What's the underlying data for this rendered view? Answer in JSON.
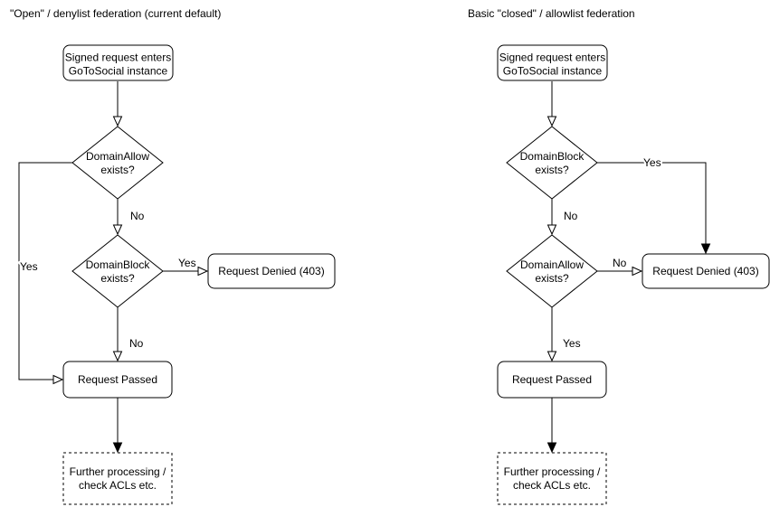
{
  "colors": {
    "background": "#ffffff",
    "line": "#000000",
    "text": "#000000",
    "node_fill": "#ffffff"
  },
  "left_chart": {
    "title": "\"Open\" / denylist federation (current default)",
    "nodes": {
      "start_line1": "Signed request enters",
      "start_line2": "GoToSocial instance",
      "decision1_line1": "DomainAllow",
      "decision1_line2": "exists?",
      "decision2_line1": "DomainBlock",
      "decision2_line2": "exists?",
      "denied": "Request Denied (403)",
      "passed": "Request Passed",
      "further_line1": "Further processing /",
      "further_line2": "check ACLs etc."
    },
    "edge_labels": {
      "decision1_yes": "Yes",
      "decision1_no": "No",
      "decision2_yes": "Yes",
      "decision2_no": "No"
    }
  },
  "right_chart": {
    "title": "Basic \"closed\" / allowlist federation",
    "nodes": {
      "start_line1": "Signed request enters",
      "start_line2": "GoToSocial instance",
      "decision1_line1": "DomainBlock",
      "decision1_line2": "exists?",
      "decision2_line1": "DomainAllow",
      "decision2_line2": "exists?",
      "denied": "Request Denied (403)",
      "passed": "Request Passed",
      "further_line1": "Further processing /",
      "further_line2": "check ACLs etc."
    },
    "edge_labels": {
      "decision1_yes": "Yes",
      "decision1_no": "No",
      "decision2_no": "No",
      "decision2_yes": "Yes"
    }
  }
}
